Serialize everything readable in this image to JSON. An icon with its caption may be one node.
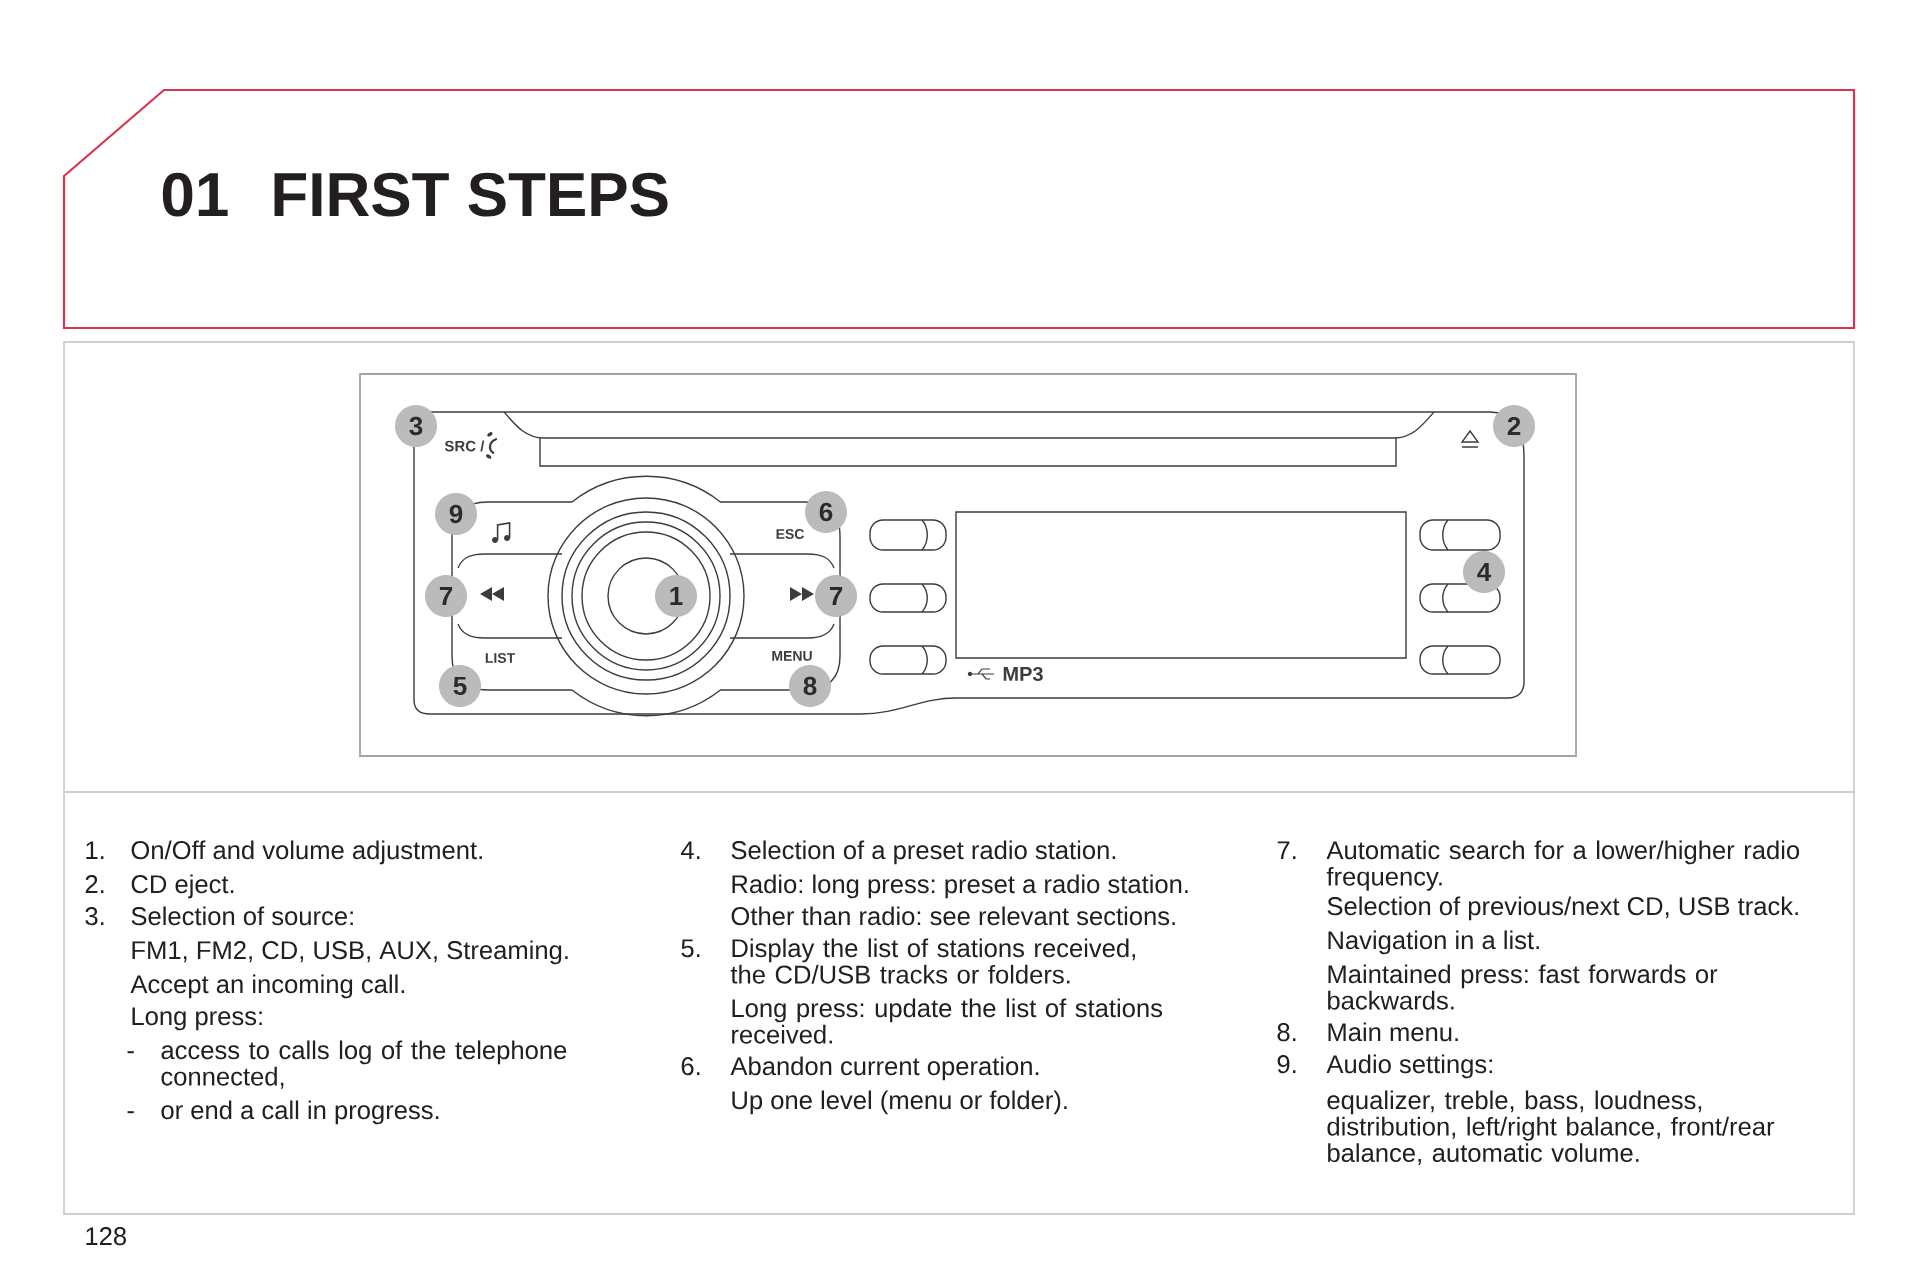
{
  "diagram": {
    "title": "FIRST STEPS",
    "labels": [
      "01",
      "3",
      "SRC /",
      "2",
      "9",
      "6",
      "ESC",
      "7",
      "1",
      "7",
      "4",
      "LIST",
      "MENU",
      "5",
      "8",
      "MP3",
      "1.",
      "On/Off and volume adjustment.",
      "2.",
      "CD eject.",
      "3.",
      "Selection of source:",
      "FM1, FM2, CD, USB, AUX, Streaming.",
      "Accept an incoming call.",
      "Long press:",
      "-",
      "access to calls log of the telephone connected,",
      "-",
      "or end a call in progress.",
      "4.",
      "Selection of a preset radio station.",
      "Radio: long press: preset a radio station.",
      "Other than radio: see relevant sections.",
      "5.",
      "Display the list of stations received, the CD/USB tracks or folders.",
      "Long press: update the list of stations received.",
      "6.",
      "Abandon current operation.",
      "Up one level (menu or folder).",
      "7.",
      "Automatic search for a lower/higher radio frequency.",
      "Selection of previous/next CD, USB track.",
      "Navigation in a list.",
      "Maintained press: fast forwards or backwards.",
      "8.",
      "Main menu.",
      "9.",
      "Audio settings:",
      "equalizer, treble, bass, loudness, distribution, left/right balance, front/rear balance, automatic volume.",
      "128"
    ]
  }
}
